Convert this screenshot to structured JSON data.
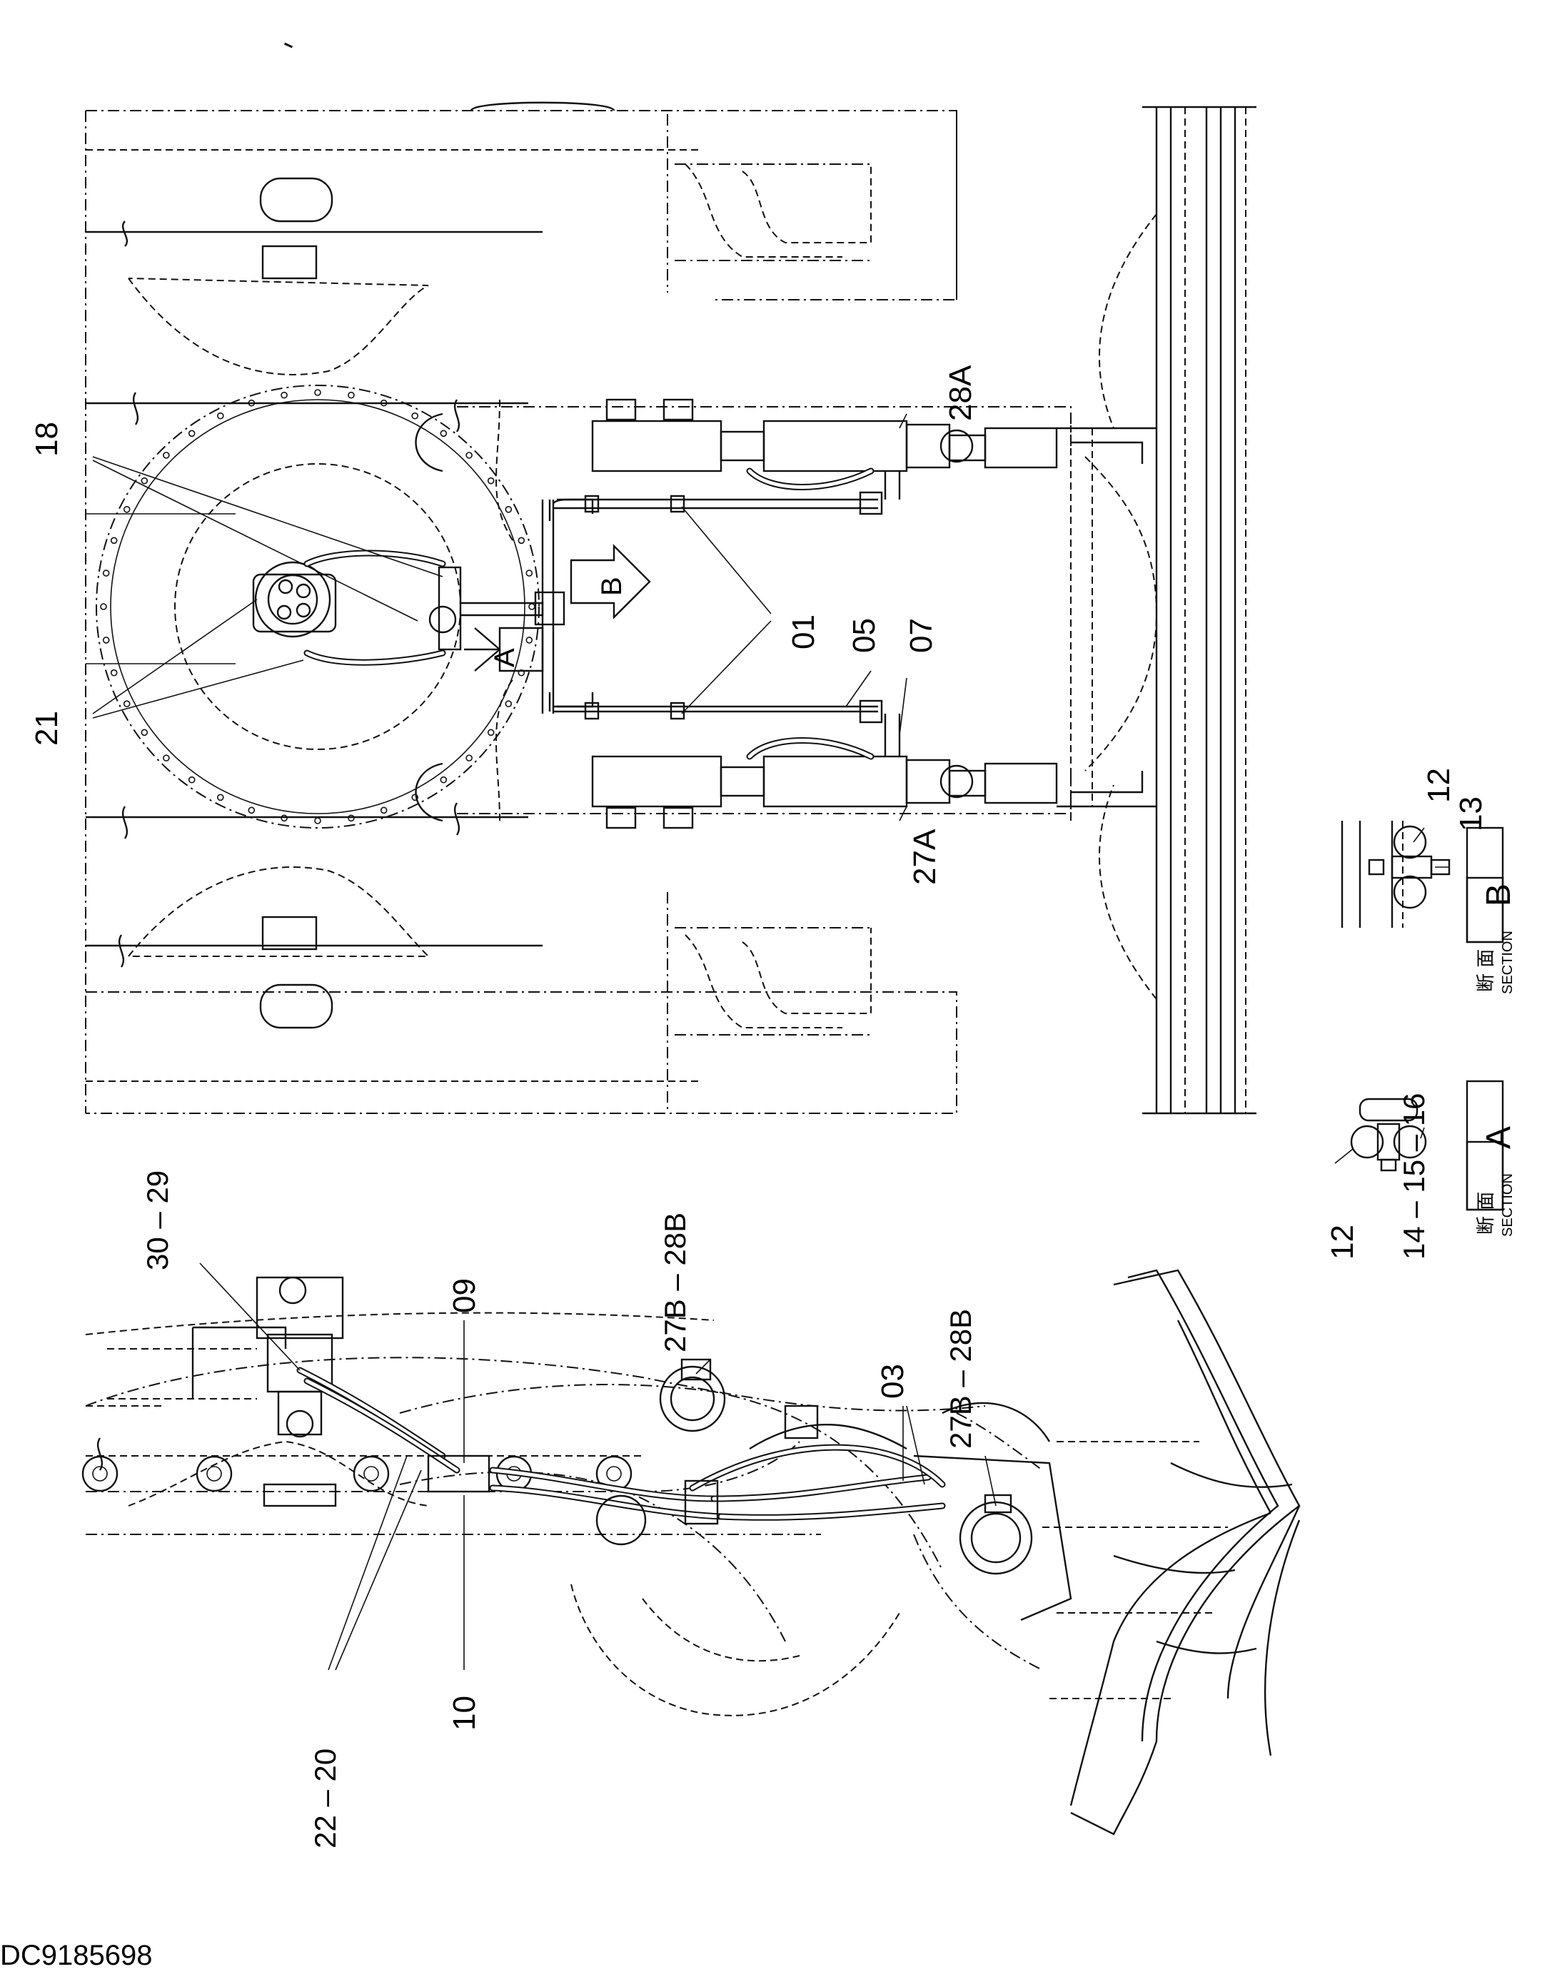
{
  "drawing_number": "DC9185698",
  "section_a": {
    "kanji": "断 面",
    "word": "SECTION",
    "letter": "A"
  },
  "section_b": {
    "kanji": "断 面",
    "word": "SECTION",
    "letter": "B"
  },
  "view_arrow_a": "A",
  "view_arrow_b": "B",
  "callouts": {
    "c18": "18",
    "c21": "21",
    "c28a": "28A",
    "c01": "01",
    "c05": "05",
    "c07": "07",
    "c27a": "27A",
    "c12b": "12",
    "c13": "13",
    "c12a": "12",
    "c14_16": "14 – 15 – 16",
    "c30_29": "30 – 29",
    "c09": "09",
    "c27b_28b_top": "27B – 28B",
    "c03": "03",
    "c27b_28b_bottom": "27B – 28B",
    "c22_20": "22 – 20",
    "c10": "10"
  }
}
